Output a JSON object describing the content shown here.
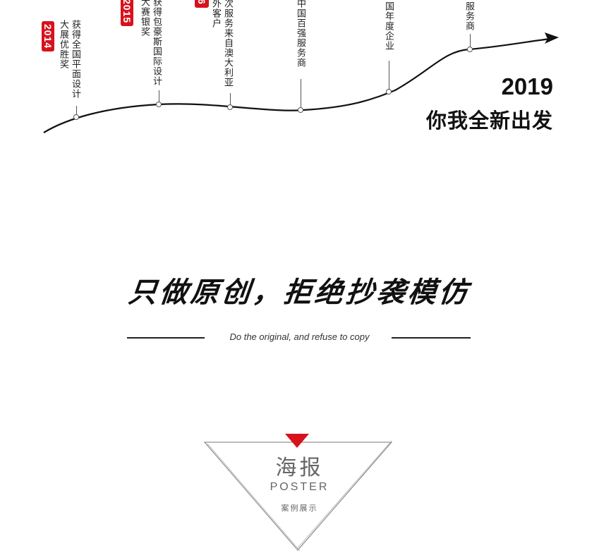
{
  "timeline": {
    "events": [
      {
        "year": "2014",
        "text": [
          "获得全国平面设计",
          "大展优胜奖"
        ]
      },
      {
        "year": "2015",
        "text": [
          "获得包豪斯国际设计",
          "大赛银奖"
        ]
      },
      {
        "year": "6",
        "text": [
          "次服务来自澳大利亚",
          "外客户"
        ]
      },
      {
        "year": "",
        "text": [
          "中国百强服务商"
        ]
      },
      {
        "year": "",
        "text": [
          "国年度企业"
        ]
      },
      {
        "year": "",
        "text": [
          "服务商"
        ]
      }
    ],
    "final": {
      "year": "2019",
      "text": "你我全新出发"
    },
    "colors": {
      "badge": "#d7121d",
      "line": "#111111"
    }
  },
  "slogan": {
    "title": "只做原创，拒绝抄袭模仿",
    "subtitle": "Do the original, and refuse to copy"
  },
  "poster": {
    "title": "海报",
    "subtitle_en": "POSTER",
    "subtitle_cn": "案例展示",
    "accent": "#d7121d"
  }
}
